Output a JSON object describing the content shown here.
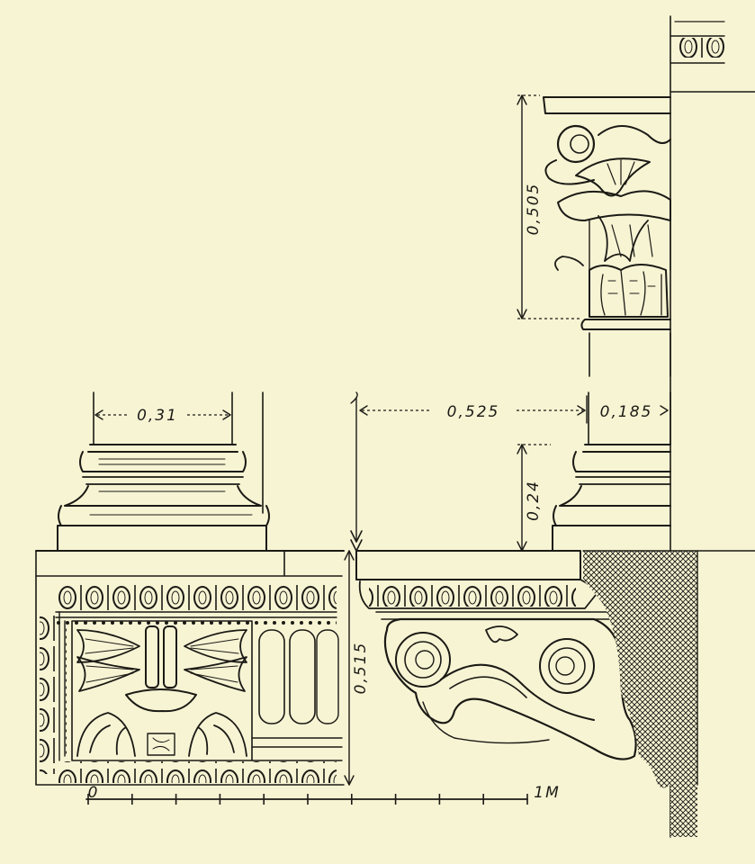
{
  "dimensions": {
    "capital_height": "0,505",
    "column_diameter": "0,31",
    "offset_width": "0,525",
    "column_radius": "0,185",
    "base_height": "0,24",
    "pedestal_height": "0,515"
  },
  "scale_bar": {
    "start_label": "0",
    "end_label": "1M",
    "divisions": 10,
    "length_m": 1
  },
  "colors": {
    "paper": "#f7f4d4",
    "ink": "#1b1a15"
  }
}
